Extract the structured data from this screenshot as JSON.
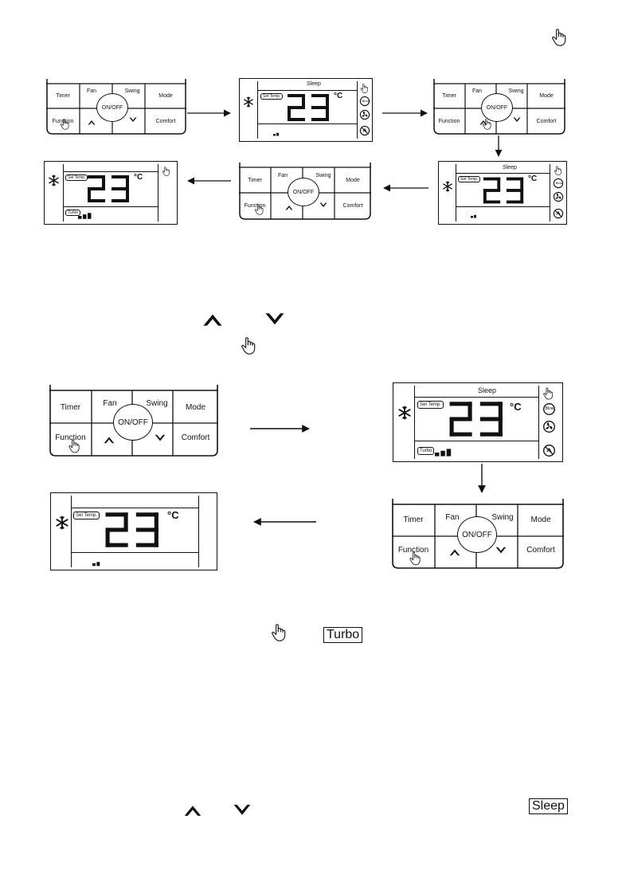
{
  "icons": {
    "hand": "hand-pointer-icon",
    "snowflake": "snowflake-icon",
    "arrow": "arrow-icon",
    "up": "chevron-up-icon",
    "down": "chevron-down-icon"
  },
  "keypad": {
    "timer": "Timer",
    "fan": "Fan",
    "swing": "Swing",
    "mode": "Mode",
    "function": "Function",
    "comfort": "Comfort",
    "onoff": "ON/OFF"
  },
  "screen": {
    "sleep": "Sleep",
    "set_temp": "Set Temp.",
    "temp": "23",
    "unit": "°C",
    "turbo_tag": "Turbo",
    "side_icon_text": "Blow"
  },
  "inline": {
    "turbo": "Turbo",
    "sleep": "Sleep"
  }
}
